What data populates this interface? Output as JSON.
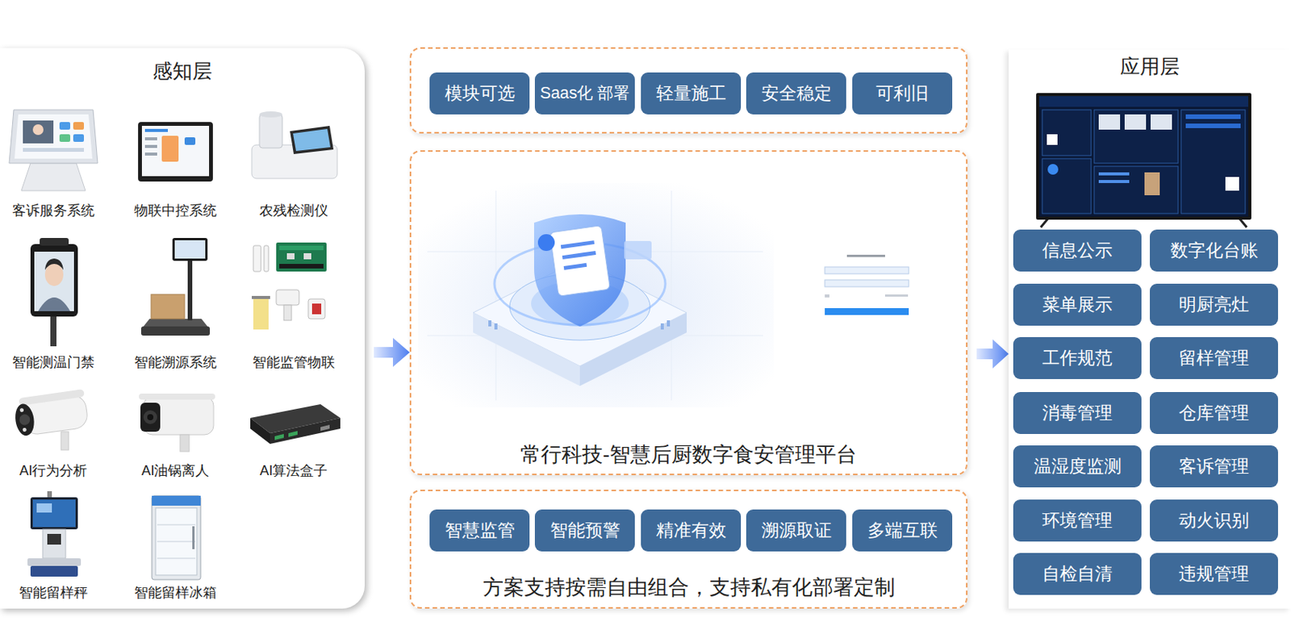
{
  "diagram": {
    "nodes": [
      {
        "text": [
          "感知层"
        ]
      },
      {
        "text": []
      },
      {
        "text": [
          "模块可选"
        ],
        "in": 1
      },
      {
        "text": [
          "Saas化 部署"
        ],
        "in": 1
      },
      {
        "text": [
          "轻量施工"
        ],
        "in": 1
      },
      {
        "text": [
          "安全稳定"
        ],
        "in": 1
      },
      {
        "text": [
          "可利旧"
        ],
        "in": 1
      },
      {
        "text": [
          "常行科技-智慧后厨数字食安管理平台"
        ]
      },
      {
        "text": [
          "方案支持按需自由组合，支持私有化部署定制"
        ]
      },
      {
        "text": [
          "智慧监管"
        ],
        "in": 8
      },
      {
        "text": [
          "智能预警"
        ],
        "in": 8
      },
      {
        "text": [
          "精准有效"
        ],
        "in": 8
      },
      {
        "text": [
          "溯源取证"
        ],
        "in": 8
      },
      {
        "text": [
          "多端互联"
        ],
        "in": 8
      },
      {
        "text": [
          "应用层"
        ]
      },
      {
        "text": [
          "信息公示"
        ],
        "in": 14
      },
      {
        "text": [
          "数字化台账"
        ],
        "in": 14
      },
      {
        "text": [
          "菜单展示"
        ],
        "in": 14
      },
      {
        "text": [
          "明厨亮灶"
        ],
        "in": 14
      },
      {
        "text": [
          "工作规范"
        ],
        "in": 14
      },
      {
        "text": [
          "留样管理"
        ],
        "in": 14
      },
      {
        "text": [
          "消毒管理"
        ],
        "in": 14
      },
      {
        "text": [
          "仓库管理"
        ],
        "in": 14
      },
      {
        "text": [
          "温湿度监测"
        ],
        "in": 14
      },
      {
        "text": [
          "客诉管理"
        ],
        "in": 14
      },
      {
        "text": [
          "环境管理"
        ],
        "in": 14
      },
      {
        "text": [
          "动火识别"
        ],
        "in": 14
      },
      {
        "text": [
          "自检自清"
        ],
        "in": 14
      },
      {
        "text": [
          "违规管理"
        ],
        "in": 14
      }
    ],
    "edges": [
      {
        "from": 0,
        "to": 7,
        "arrow": "to"
      },
      {
        "from": 7,
        "to": 14,
        "arrow": "to"
      }
    ],
    "labels": [
      "客诉服务系统",
      "物联中控系统",
      "农残检测仪",
      "智能测温门禁",
      "智能溯源系统",
      "智能监管物联",
      "AI行为分析",
      "AI油锅离人",
      "AI算法盒子",
      "智能留样秤",
      "智能留样冰箱"
    ]
  }
}
